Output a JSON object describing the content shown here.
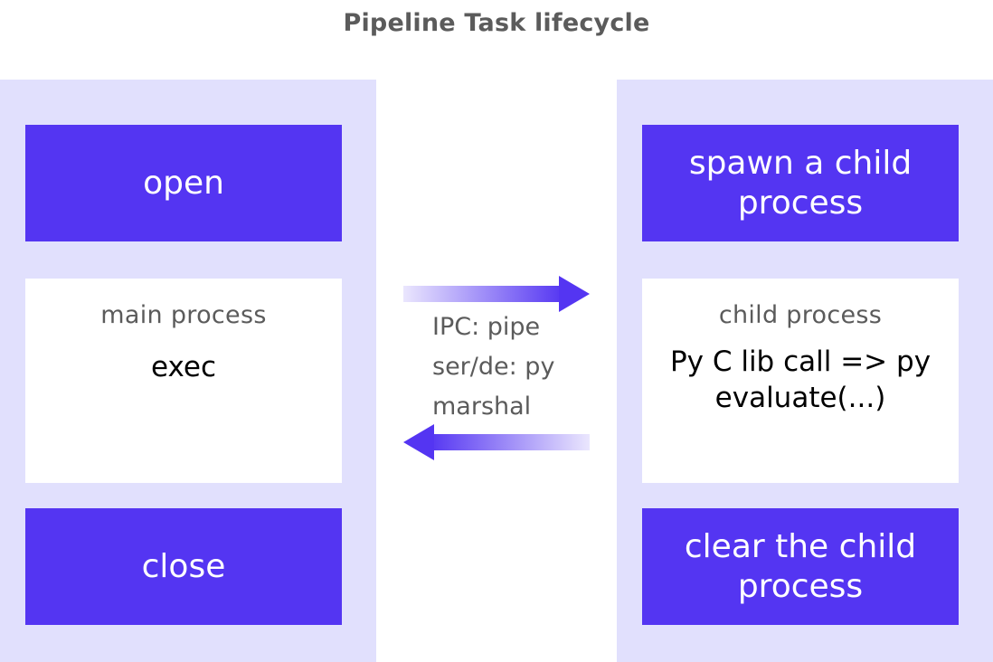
{
  "title": "Pipeline Task lifecycle",
  "main_column": {
    "open_label": "open",
    "box_label": "main process",
    "box_body": "exec",
    "close_label": "close"
  },
  "child_column": {
    "spawn_label_line1": "spawn a child",
    "spawn_label_line2": "process",
    "box_label": "child process",
    "box_body_line1": "Py C lib call => py",
    "box_body_line2": "evaluate(...)",
    "clear_label_line1": "clear the child",
    "clear_label_line2": "process"
  },
  "ipc": {
    "line1": "IPC: pipe",
    "line2": "ser/de: py",
    "line3": "marshal"
  },
  "arrows": [
    {
      "name": "request-arrow",
      "direction": "right"
    },
    {
      "name": "response-arrow",
      "direction": "left"
    }
  ],
  "colors": {
    "accent": "#5435f2",
    "panel": "#e1e0fd",
    "text_muted": "#5b5b5b"
  }
}
